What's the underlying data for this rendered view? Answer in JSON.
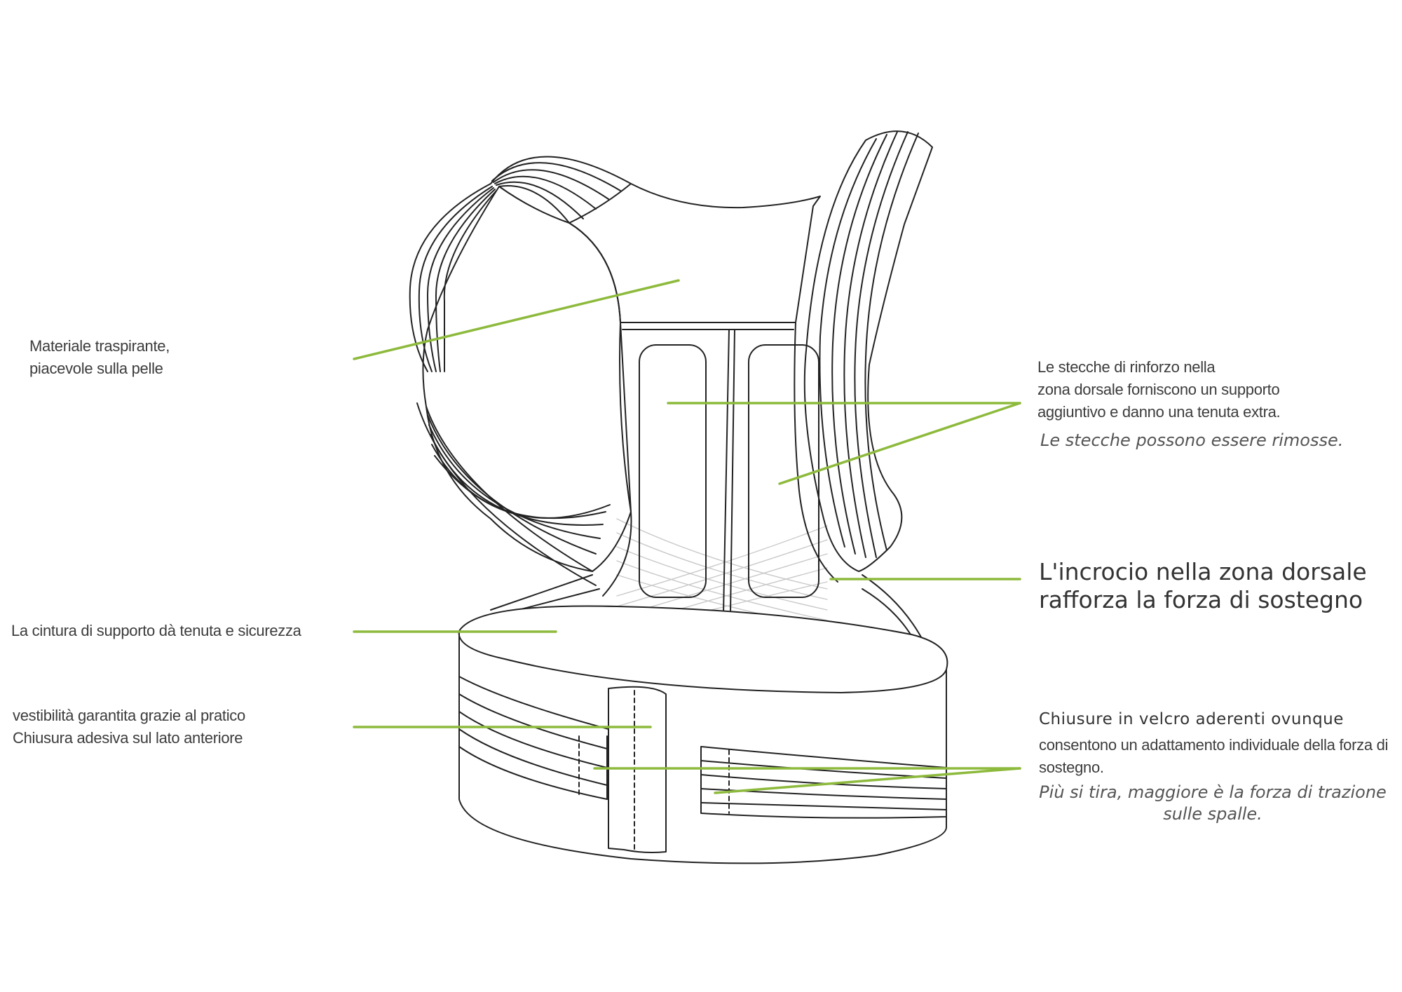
{
  "colors": {
    "leader_line": "#8dba3c",
    "drawing_stroke": "#222222",
    "text": "#3a3a3a",
    "note_text": "#555555"
  },
  "annotations": {
    "material": [
      "Materiale traspirante,",
      "piacevole sulla pelle"
    ],
    "belt": "La cintura di supporto dà tenuta e sicurezza",
    "closure": [
      "vestibilità garantita grazie al pratico",
      "Chiusura adesiva sul lato anteriore"
    ],
    "stays": [
      "Le stecche di rinforzo nella",
      "zona dorsale forniscono un supporto",
      "aggiuntivo e danno una tenuta extra."
    ],
    "stays_note": "Le stecche possono essere rimosse.",
    "cross": [
      "L'incrocio nella zona dorsale",
      "rafforza la forza di sostegno"
    ],
    "velcro_head": "Chiusure in velcro aderenti ovunque",
    "velcro_body": "consentono un adattamento individuale della forza di sostegno.",
    "velcro_note": [
      "Più si tira, maggiore è la forza di trazione",
      "sulle spalle."
    ]
  }
}
